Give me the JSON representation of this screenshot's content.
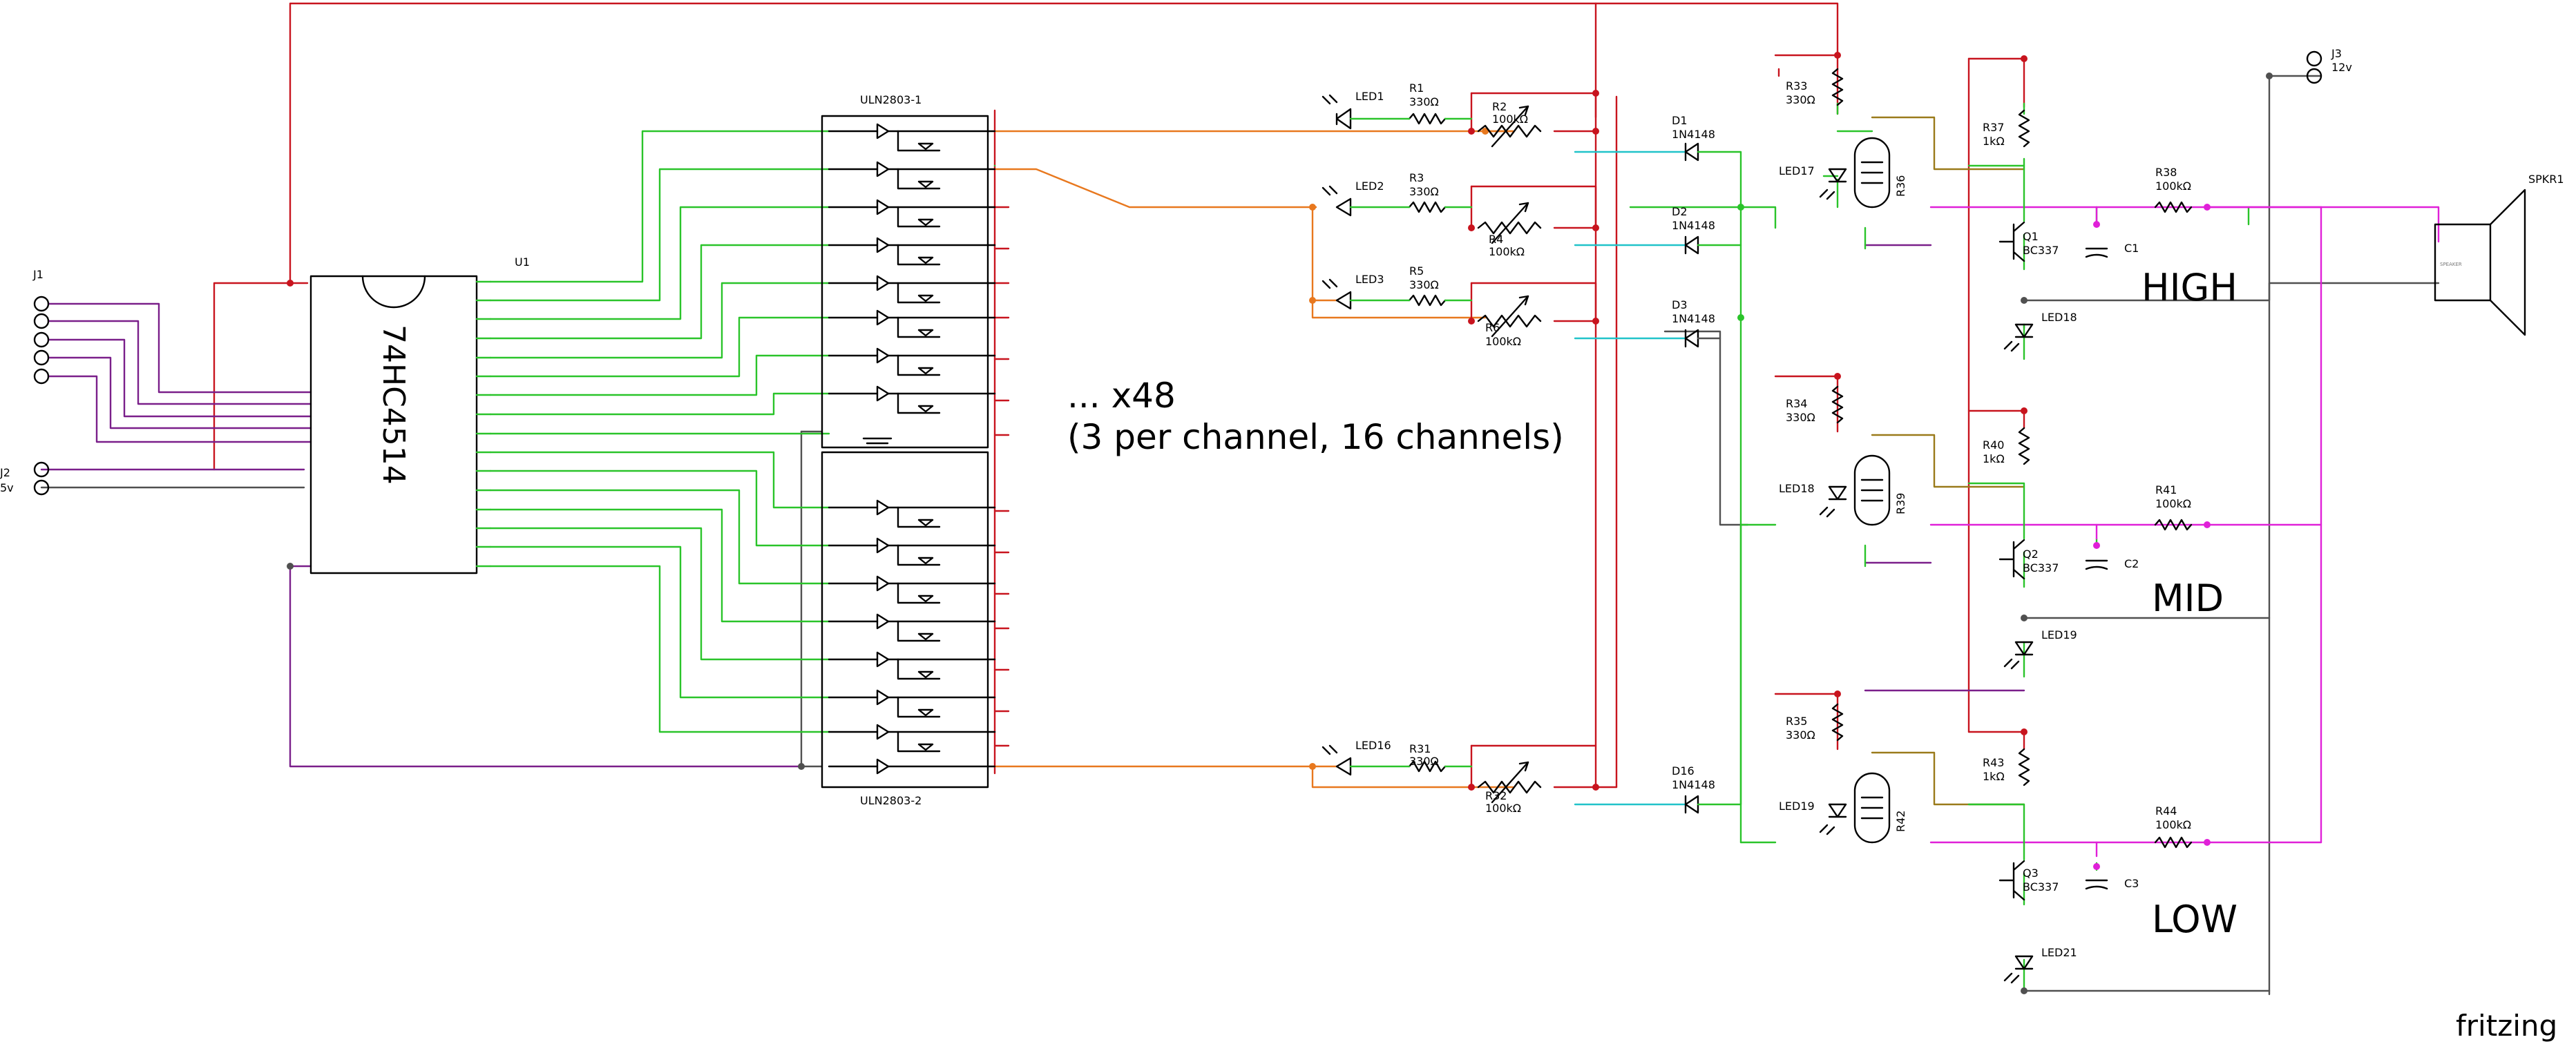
{
  "colors": {
    "power": "#c8141e",
    "signal": "#2ac42a",
    "bus": "#7a1f8a",
    "driver": "#e8781e",
    "audio": "#e020d8",
    "cyan": "#21c3c9",
    "ground": "#505050",
    "olive": "#9a7a1a"
  },
  "connectors": {
    "j1": "J1",
    "j2": "J2",
    "j2_value": "5v",
    "j3": "J3",
    "j3_value": "12v",
    "speaker": "SPKR1",
    "speaker_body": "SPEAKER"
  },
  "ics": {
    "decoder_ref": "U1",
    "decoder_part": "74HC4514",
    "driver1": "ULN2803-1",
    "driver2": "ULN2803-2"
  },
  "channels": [
    {
      "led": "LED1",
      "r": "R1",
      "r_val": "330Ω",
      "pot": "R2",
      "pot_val": "100kΩ",
      "diode": "D1",
      "diode_val": "1N4148"
    },
    {
      "led": "LED2",
      "r": "R3",
      "r_val": "330Ω",
      "pot": "R4",
      "pot_val": "100kΩ",
      "diode": "D2",
      "diode_val": "1N4148"
    },
    {
      "led": "LED3",
      "r": "R5",
      "r_val": "330Ω",
      "pot": "R6",
      "pot_val": "100kΩ",
      "diode": "D3",
      "diode_val": "1N4148"
    },
    {
      "led": "LED16",
      "r": "R31",
      "r_val": "330Ω",
      "pot": "R32",
      "pot_val": "100kΩ",
      "diode": "D16",
      "diode_val": "1N4148"
    }
  ],
  "note": {
    "line1": "... x48",
    "line2": "(3 per channel, 16 channels)"
  },
  "bands": [
    {
      "name": "HIGH",
      "r_led": "R33",
      "r_led_val": "330Ω",
      "led_in": "LED17",
      "ldr": "R36",
      "r_pull": "R37",
      "r_pull_val": "1kΩ",
      "r_out": "R38",
      "r_out_val": "100kΩ",
      "q": "Q1",
      "q_val": "BC337",
      "cap": "C1",
      "led_out": "LED18"
    },
    {
      "name": "MID",
      "r_led": "R34",
      "r_led_val": "330Ω",
      "led_in": "LED18",
      "ldr": "R39",
      "r_pull": "R40",
      "r_pull_val": "1kΩ",
      "r_out": "R41",
      "r_out_val": "100kΩ",
      "q": "Q2",
      "q_val": "BC337",
      "cap": "C2",
      "led_out": "LED19"
    },
    {
      "name": "LOW",
      "r_led": "R35",
      "r_led_val": "330Ω",
      "led_in": "LED19",
      "ldr": "R42",
      "r_pull": "R43",
      "r_pull_val": "1kΩ",
      "r_out": "R44",
      "r_out_val": "100kΩ",
      "q": "Q3",
      "q_val": "BC337",
      "cap": "C3",
      "led_out": "LED21"
    }
  ],
  "brand": "fritzing"
}
